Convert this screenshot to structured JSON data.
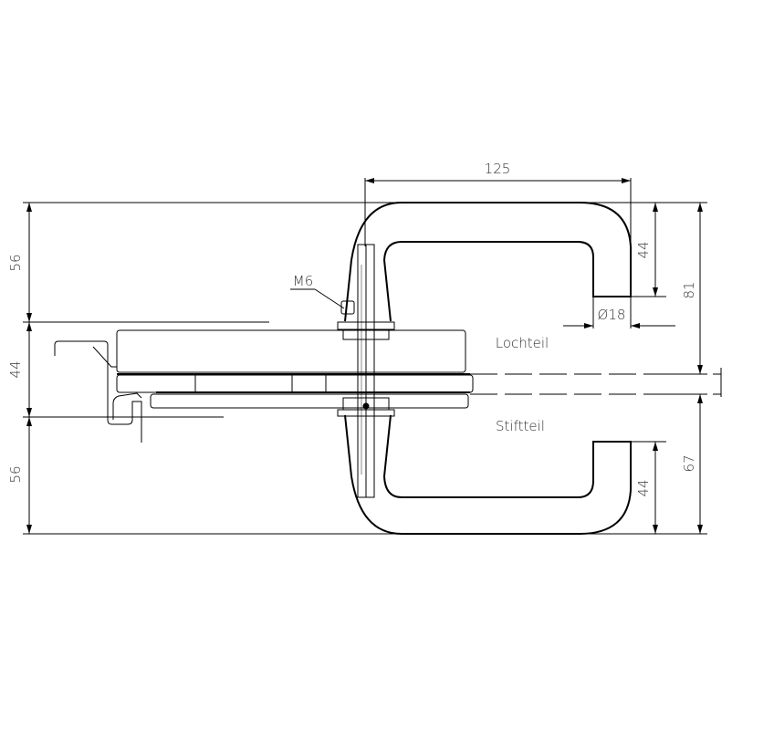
{
  "dimensions": {
    "handle_length": "125",
    "left_top": "56",
    "left_door": "44",
    "left_bottom": "56",
    "screw": "M6",
    "diameter": "Ø18",
    "right_top_leg": "44",
    "right_top_total": "81",
    "right_bottom_leg": "44",
    "right_bottom_total": "67"
  },
  "labels": {
    "lochteil": "Lochteil",
    "stiftteil": "Stiftteil"
  }
}
